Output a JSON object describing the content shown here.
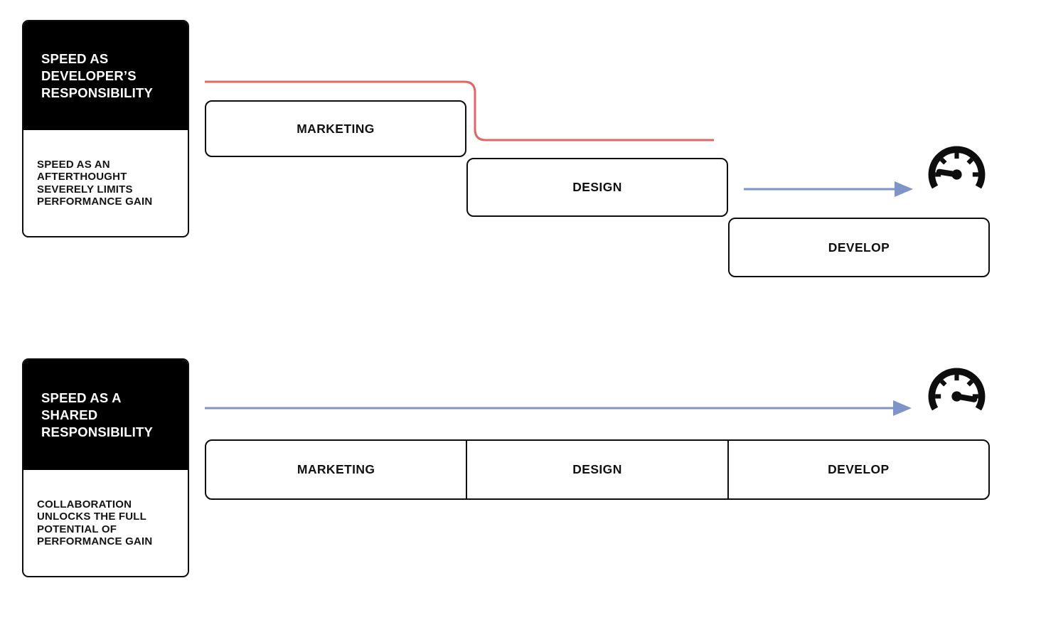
{
  "colors": {
    "accent_red": "#e06666",
    "accent_blue": "#7e93c8",
    "ink": "#0d0d0d"
  },
  "waterfall": {
    "card_title": "SPEED AS\nDEVELOPER’S\nRESPONSIBILITY",
    "card_subtitle": "SPEED AS AN\nAFTERTHOUGHT\nSEVERELY LIMITS\nPERFORMANCE GAIN",
    "stages": [
      "MARKETING",
      "DESIGN",
      "DEVELOP"
    ],
    "speedometer": "slow"
  },
  "shared": {
    "card_title": "SPEED AS A\nSHARED\nRESPONSIBILITY",
    "card_subtitle": "COLLABORATION\nUNLOCKS THE FULL\nPOTENTIAL OF\nPERFORMANCE GAIN",
    "stages": [
      "MARKETING",
      "DESIGN",
      "DEVELOP"
    ],
    "speedometer": "fast"
  }
}
